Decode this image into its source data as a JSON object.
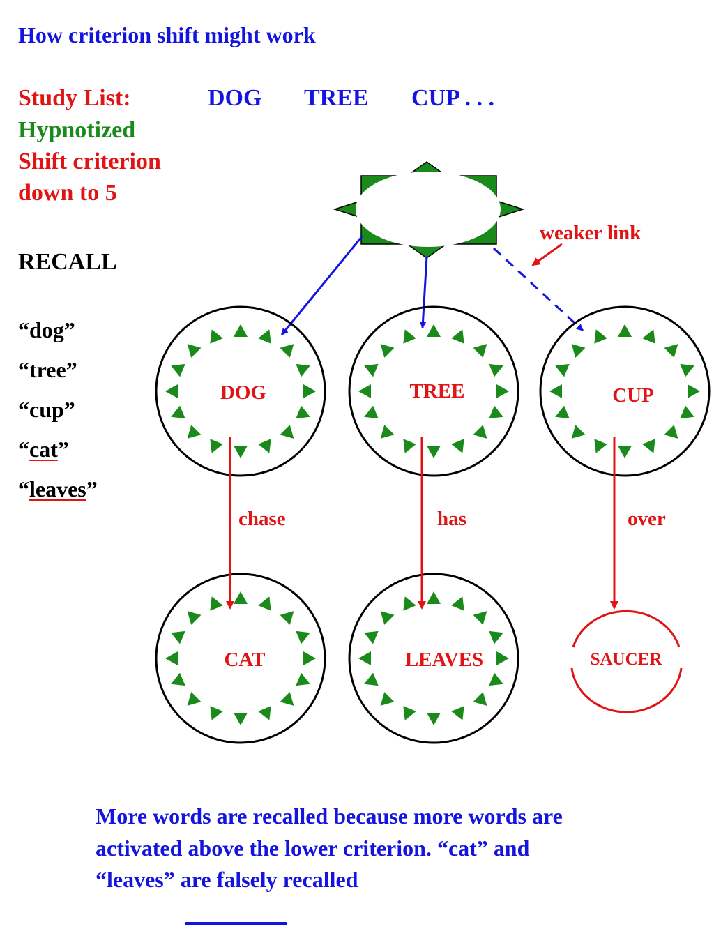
{
  "title": "How criterion shift might work",
  "study_list": {
    "label": "Study List:",
    "words": [
      "DOG",
      "TREE",
      "CUP . . ."
    ]
  },
  "condition": "Hypnotized",
  "shift_line1": "Shift criterion",
  "shift_line2": "down to 5",
  "recall_heading": "RECALL",
  "recall_items": [
    {
      "open": "“",
      "word": "dog",
      "close": "”",
      "false_recall": false
    },
    {
      "open": "“",
      "word": "tree",
      "close": "”",
      "false_recall": false
    },
    {
      "open": "“",
      "word": "cup",
      "close": "”",
      "false_recall": false
    },
    {
      "open": "“",
      "word": "cat",
      "close": "”",
      "false_recall": true
    },
    {
      "open": "“",
      "word": "leaves",
      "close": "”",
      "false_recall": true
    }
  ],
  "weaker_link_label": "weaker link",
  "nodes": {
    "dog": "DOG",
    "tree": "TREE",
    "cup": "CUP",
    "cat": "CAT",
    "leaves": "LEAVES",
    "saucer": "SAUCER"
  },
  "links": {
    "dog_cat": "chase",
    "tree_leaves": "has",
    "cup_saucer": "over"
  },
  "conclusion": [
    "More words are recalled because more words are",
    "activated above the lower criterion. “cat” and",
    "“leaves” are falsely recalled"
  ],
  "colors": {
    "blue": "#1414e0",
    "red": "#e01414",
    "green": "#1a8a1a",
    "black": "#000000"
  }
}
